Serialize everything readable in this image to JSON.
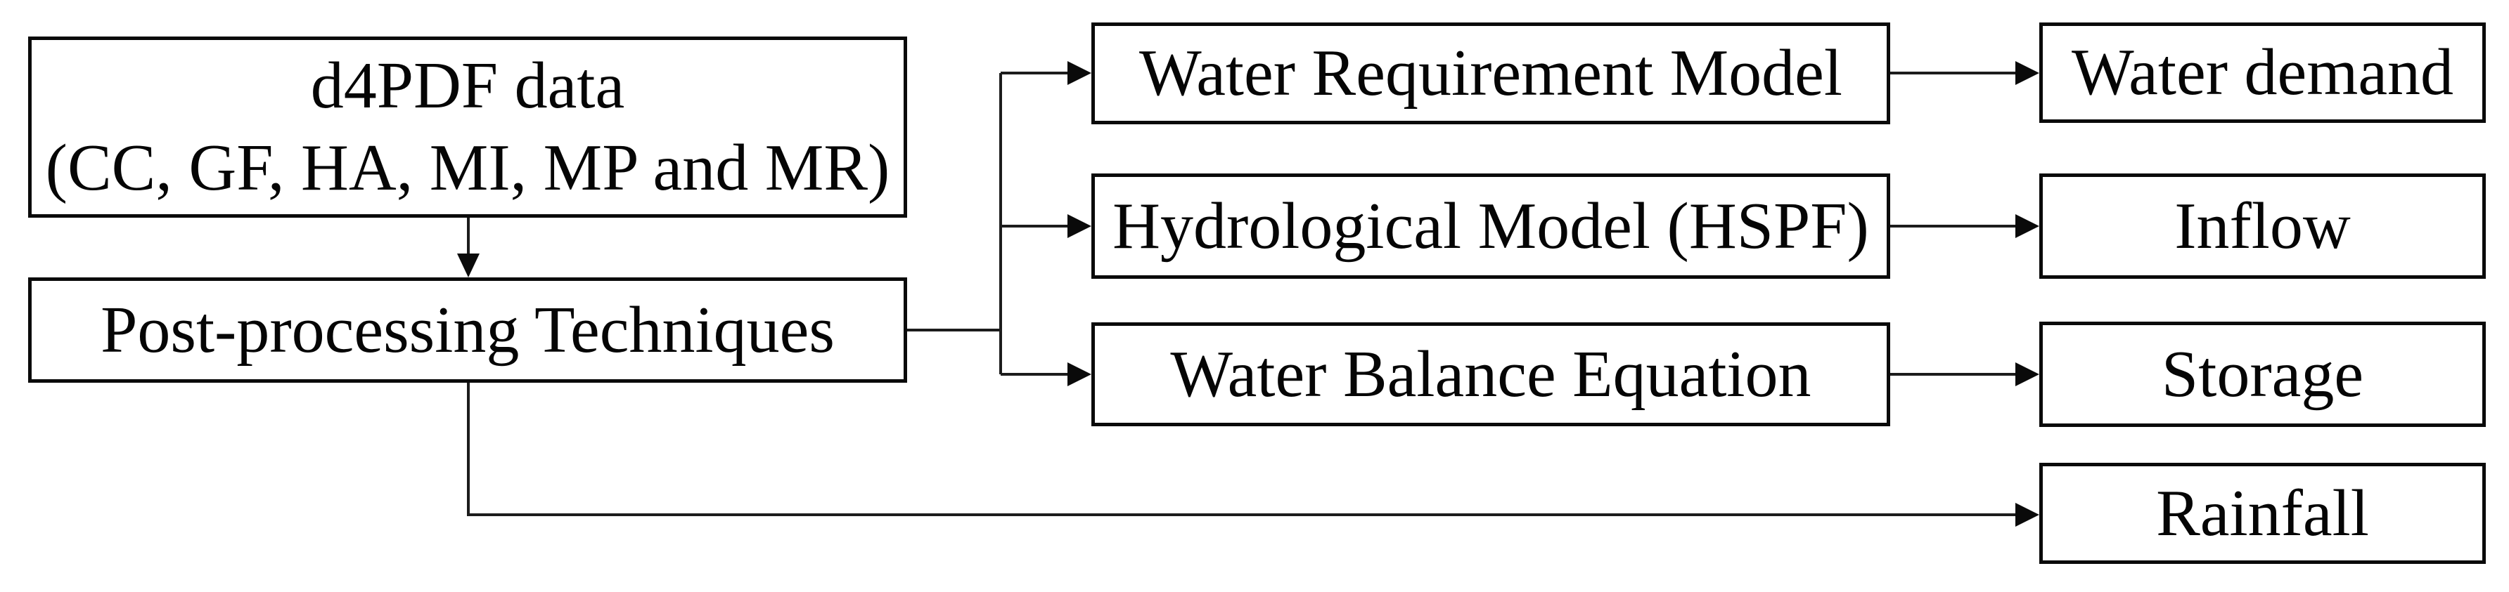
{
  "nodes": {
    "d4pdf": {
      "line1": "d4PDF data",
      "line2": "(CC, GF, HA, MI, MP and MR)"
    },
    "postprocessing": {
      "label": "Post-processing Techniques"
    },
    "water_requirement_model": {
      "label": "Water Requirement Model"
    },
    "hydrological_model": {
      "label": "Hydrological Model (HSPF)"
    },
    "water_balance_equation": {
      "label": "Water Balance Equation"
    },
    "water_demand": {
      "label": "Water demand"
    },
    "inflow": {
      "label": "Inflow"
    },
    "storage": {
      "label": "Storage"
    },
    "rainfall": {
      "label": "Rainfall"
    }
  },
  "edges": [
    {
      "from": "d4PDF data",
      "to": "Post-processing Techniques"
    },
    {
      "from": "Post-processing Techniques",
      "to": "Water Requirement Model"
    },
    {
      "from": "Post-processing Techniques",
      "to": "Hydrological Model (HSPF)"
    },
    {
      "from": "Post-processing Techniques",
      "to": "Water Balance Equation"
    },
    {
      "from": "Post-processing Techniques",
      "to": "Rainfall"
    },
    {
      "from": "Water Requirement Model",
      "to": "Water demand"
    },
    {
      "from": "Hydrological Model (HSPF)",
      "to": "Inflow"
    },
    {
      "from": "Water Balance Equation",
      "to": "Storage"
    }
  ],
  "colors": {
    "background": "#ffffff",
    "box_border": "#0a0a0a",
    "text": "#050505",
    "connector": "#1c1c1c"
  }
}
